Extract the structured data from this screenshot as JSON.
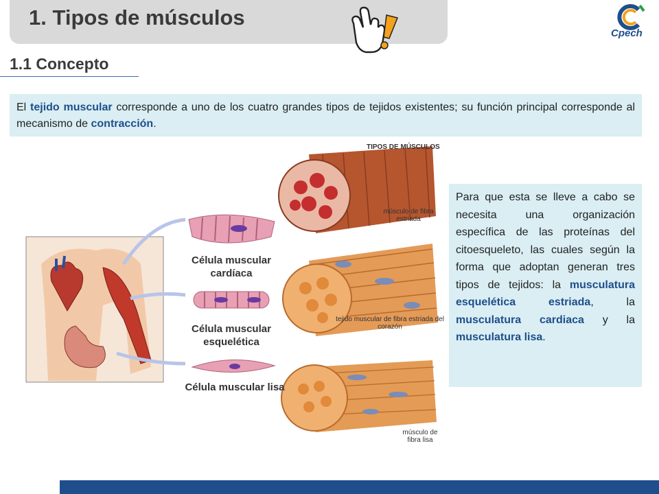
{
  "header": {
    "title": "1. Tipos de músculos",
    "logo_text": "Cpech"
  },
  "section": {
    "subtitle": "1.1 Concepto"
  },
  "intro": {
    "t1": "El ",
    "h1": "tejido muscular",
    "t2": " corresponde a uno de los cuatro grandes tipos de tejidos existentes; su función principal corresponde al mecanismo de ",
    "h2": "contracción",
    "t3": "."
  },
  "side": {
    "t1": "Para que esta se lleve a cabo se necesita una organización específica de las proteínas del citoesqueleto, las cuales según la forma que adoptan generan tres tipos de tejidos: la ",
    "h1": "musculatura esquelética estriada",
    "t2": ", la ",
    "h2": "musculatura cardiaca",
    "t3": " y la ",
    "h3": "musculatura lisa",
    "t4": "."
  },
  "figure": {
    "heading": "TIPOS DE MÚSCULOS",
    "cell_cardiac": "Célula muscular cardíaca",
    "cell_skeletal": "Célula muscular esquelética",
    "cell_smooth": "Célula muscular lisa",
    "tissue_striated": "músculo de fibra estriada",
    "tissue_heart": "tejido muscular de fibra estriada del corazón",
    "tissue_smooth": "músculo de fibra lisa"
  },
  "colors": {
    "accent": "#1f4e8c",
    "box": "#daeef3",
    "title_bar": "#d9d9d9",
    "muscle": "#b83a2e"
  }
}
